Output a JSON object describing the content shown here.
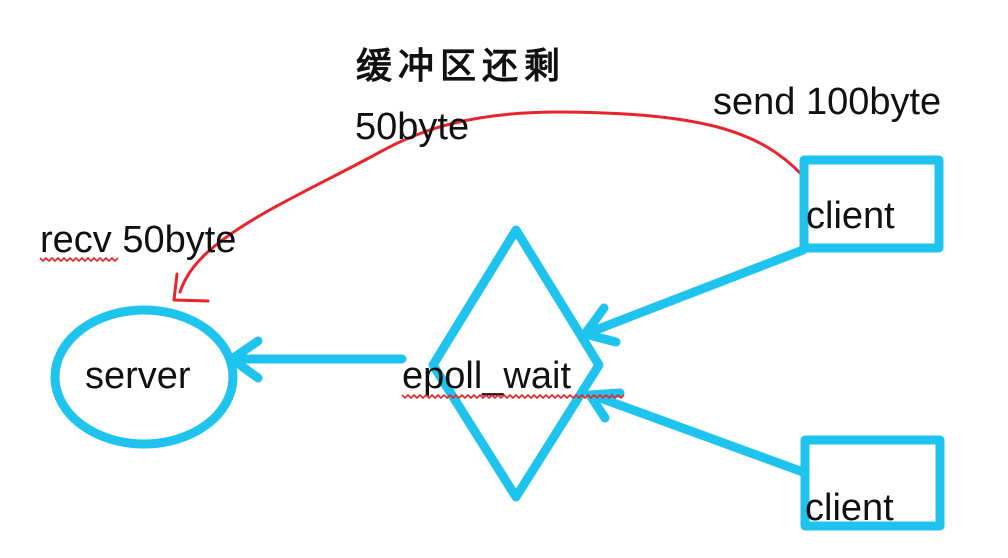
{
  "labels": {
    "buffer_remaining": "缓冲区还剩",
    "buffer_amount": "50byte",
    "send": "send 100byte",
    "recv": "recv 50byte",
    "server": "server",
    "epoll": "epoll_wait",
    "client_top": "client",
    "client_bottom": "client"
  },
  "colors": {
    "shape_stroke": "#1ec3ee",
    "annotation_stroke": "#e8242c",
    "text": "#111111"
  },
  "nodes": [
    {
      "id": "server",
      "shape": "ellipse",
      "label_key": "server"
    },
    {
      "id": "epoll_wait",
      "shape": "diamond",
      "label_key": "epoll"
    },
    {
      "id": "client_top",
      "shape": "rectangle",
      "label_key": "client_top"
    },
    {
      "id": "client_bottom",
      "shape": "rectangle",
      "label_key": "client_bottom"
    }
  ],
  "edges": [
    {
      "from": "client_top",
      "to": "epoll_wait",
      "style": "solid-blue"
    },
    {
      "from": "client_bottom",
      "to": "epoll_wait",
      "style": "solid-blue"
    },
    {
      "from": "epoll_wait",
      "to": "server",
      "style": "solid-blue"
    },
    {
      "from": "client_top",
      "to": "server",
      "style": "curved-red",
      "labels": [
        "send",
        "buffer_remaining",
        "buffer_amount",
        "recv"
      ]
    }
  ]
}
